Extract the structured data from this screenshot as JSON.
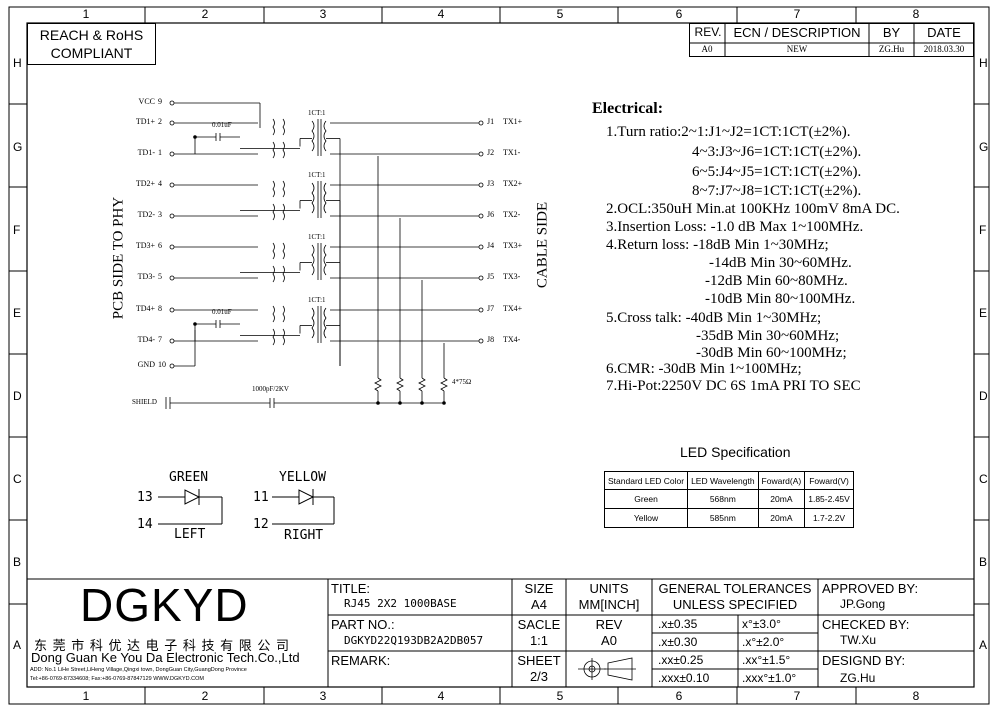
{
  "zones": {
    "columns": [
      "1",
      "2",
      "3",
      "4",
      "5",
      "6",
      "7",
      "8"
    ],
    "rows": [
      "H",
      "G",
      "F",
      "E",
      "D",
      "C",
      "B",
      "A"
    ]
  },
  "compliance": {
    "line1": "REACH & RoHS",
    "line2": "COMPLIANT"
  },
  "revision_table": {
    "headers": {
      "rev": "REV.",
      "ecn": "ECN / DESCRIPTION",
      "by": "BY",
      "date": "DATE"
    },
    "row": {
      "rev": "A0",
      "ecn": "NEW",
      "by": "ZG.Hu",
      "date": "2018.03.30"
    }
  },
  "schematic": {
    "left_side_label": "PCB SIDE TO PHY",
    "right_side_label": "CABLE SIDE",
    "pins_left": [
      {
        "name": "VCC",
        "num": "9"
      },
      {
        "name": "TD1+",
        "num": "2"
      },
      {
        "name": "TD1-",
        "num": "1"
      },
      {
        "name": "TD2+",
        "num": "4"
      },
      {
        "name": "TD2-",
        "num": "3"
      },
      {
        "name": "TD3+",
        "num": "6"
      },
      {
        "name": "TD3-",
        "num": "5"
      },
      {
        "name": "TD4+",
        "num": "8"
      },
      {
        "name": "TD4-",
        "num": "7"
      },
      {
        "name": "GND",
        "num": "10"
      }
    ],
    "pins_right": [
      {
        "name": "J1",
        "sig": "TX1+"
      },
      {
        "name": "J2",
        "sig": "TX1-"
      },
      {
        "name": "J3",
        "sig": "TX2+"
      },
      {
        "name": "J6",
        "sig": "TX2-"
      },
      {
        "name": "J4",
        "sig": "TX3+"
      },
      {
        "name": "J5",
        "sig": "TX3-"
      },
      {
        "name": "J7",
        "sig": "TX4+"
      },
      {
        "name": "J8",
        "sig": "TX4-"
      }
    ],
    "cap_label": "0.01uF",
    "ratio_label": "1CT:1",
    "shield_label": "SHIELD",
    "shield_cap_label": "1000pF/2KV",
    "resistor_label": "4*75Ω"
  },
  "electrical": {
    "heading": "Electrical:",
    "lines": [
      "1.Turn ratio:2~1:J1~J2=1CT:1CT(±2%).",
      "4~3:J3~J6=1CT:1CT(±2%).",
      "6~5:J4~J5=1CT:1CT(±2%).",
      "8~7:J7~J8=1CT:1CT(±2%).",
      "2.OCL:350uH Min.at 100KHz 100mV 8mA DC.",
      "3.Insertion Loss: -1.0 dB Max 1~100MHz.",
      "4.Return loss: -18dB Min 1~30MHz;",
      "-14dB Min 30~60MHz.",
      "-12dB Min 60~80MHz.",
      "-10dB Min 80~100MHz.",
      "5.Cross talk: -40dB Min 1~30MHz;",
      "-35dB Min 30~60MHz;",
      "-30dB Min 60~100MHz;",
      "6.CMR: -30dB Min 1~100MHz;",
      "7.Hi-Pot:2250V DC 6S 1mA PRI TO SEC"
    ]
  },
  "led_spec": {
    "title": "LED Specification",
    "headers": [
      "Standard LED Color",
      "LED Wavelength",
      "Foward(A)",
      "Foward(V)"
    ],
    "rows": [
      [
        "Green",
        "568nm",
        "20mA",
        "1.85-2.45V"
      ],
      [
        "Yellow",
        "585nm",
        "20mA",
        "1.7-2.2V"
      ]
    ]
  },
  "leds": {
    "left": {
      "color": "GREEN",
      "pin_a": "13",
      "pin_b": "14",
      "position": "LEFT"
    },
    "right": {
      "color": "YELLOW",
      "pin_a": "11",
      "pin_b": "12",
      "position": "RIGHT"
    }
  },
  "title_block": {
    "logo": "DGKYD",
    "company_cn": "东 莞 市 科 优 达 电 子 科 技 有 限 公 司",
    "company_en": "Dong Guan Ke You Da Electronic Tech.Co.,Ltd",
    "address": "ADD: No.1 LiHe Street,LiHeng Village,Qingxi town, DongGuan City,GuangDong Province",
    "contact": "Tel:+86-0769-87334608; Fax:+86-0769-87847129  WWW.DGKYD.COM",
    "title_label": "TITLE:",
    "title_value": "RJ45 2X2 1000BASE",
    "part_label": "PART NO.:",
    "part_value": "DGKYD22Q193DB2A2DB057",
    "remark_label": "REMARK:",
    "size_label": "SIZE",
    "size_value": "A4",
    "units_label": "UNITS",
    "units_value": "MM[INCH]",
    "scale_label": "SACLE",
    "scale_value": "1:1",
    "rev_label": "REV",
    "rev_value": "A0",
    "sheet_label": "SHEET",
    "sheet_value": "2/3",
    "tol_title1": "GENERAL TOLERANCES",
    "tol_title2": "UNLESS SPECIFIED",
    "tolerances": [
      [
        ".x±0.35",
        "x°±3.0°"
      ],
      [
        ".x±0.30",
        ".x°±2.0°"
      ],
      [
        ".xx±0.25",
        ".xx°±1.5°"
      ],
      [
        ".xxx±0.10",
        ".xxx°±1.0°"
      ]
    ],
    "approved_label": "APPROVED BY:",
    "approved_value": "JP.Gong",
    "checked_label": "CHECKED BY:",
    "checked_value": "TW.Xu",
    "designed_label": "DESIGND BY:",
    "designed_value": "ZG.Hu"
  }
}
